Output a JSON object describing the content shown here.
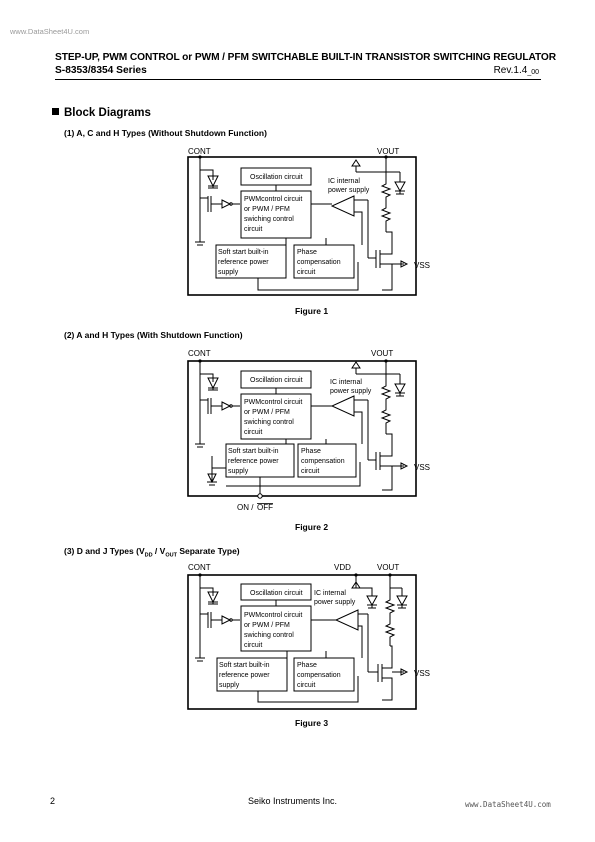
{
  "watermark": {
    "top": "www.DataSheet4U.com",
    "bottom": "www.DataSheet4U.com"
  },
  "header": {
    "title": "STEP-UP, PWM CONTROL or PWM / PFM SWITCHABLE BUILT-IN TRANSISTOR SWITCHING REGULATOR",
    "series": "S-8353/8354 Series",
    "revision": "Rev.1.4",
    "revision_sub": "_00"
  },
  "section": {
    "heading": "Block Diagrams"
  },
  "figures": [
    {
      "subtitle": "(1)  A, C and H Types (Without Shutdown Function)",
      "caption": "Figure 1",
      "labels": {
        "cont": "CONT",
        "vout": "VOUT",
        "vss": "VSS",
        "oscillation": "Oscillation circuit",
        "pwm": [
          "PWMcontrol circuit",
          "or PWM / PFM",
          "swiching control",
          "circuit"
        ],
        "ic_supply": [
          "IC internal",
          "power supply"
        ],
        "softstart": [
          "Soft start built-in",
          "reference power",
          "supply"
        ],
        "phase": [
          "Phase",
          "compensation",
          "circuit"
        ]
      }
    },
    {
      "subtitle": "(2)  A and H Types (With Shutdown Function)",
      "caption": "Figure 2",
      "labels": {
        "cont": "CONT",
        "vout": "VOUT",
        "vss": "VSS",
        "oscillation": "Oscillation circuit",
        "pwm": [
          "PWMcontrol circuit",
          "or PWM / PFM",
          "swiching control",
          "circuit"
        ],
        "ic_supply": [
          "IC internal",
          "power supply"
        ],
        "softstart": [
          "Soft start built-in",
          "reference power",
          "supply"
        ],
        "phase": [
          "Phase",
          "compensation",
          "circuit"
        ],
        "onoff": {
          "on": "ON /",
          "off": "OFF"
        }
      }
    },
    {
      "subtitle_main": "(3)  D and J Types (V",
      "subtitle_dd": "DD",
      "subtitle_mid": " / V",
      "subtitle_out": "OUT",
      "subtitle_end": " Separate Type)",
      "caption": "Figure 3",
      "labels": {
        "cont": "CONT",
        "vdd": "VDD",
        "vout": "VOUT",
        "vss": "VSS",
        "oscillation": "Oscillation circuit",
        "pwm": [
          "PWMcontrol circuit",
          "or PWM / PFM",
          "swiching control",
          "circuit"
        ],
        "ic_supply": [
          "IC internal",
          "power supply"
        ],
        "softstart": [
          "Soft start built-in",
          "reference power",
          "supply"
        ],
        "phase": [
          "Phase",
          "compensation",
          "circuit"
        ]
      }
    }
  ],
  "footer": {
    "page": "2",
    "company": "Seiko Instruments Inc."
  }
}
